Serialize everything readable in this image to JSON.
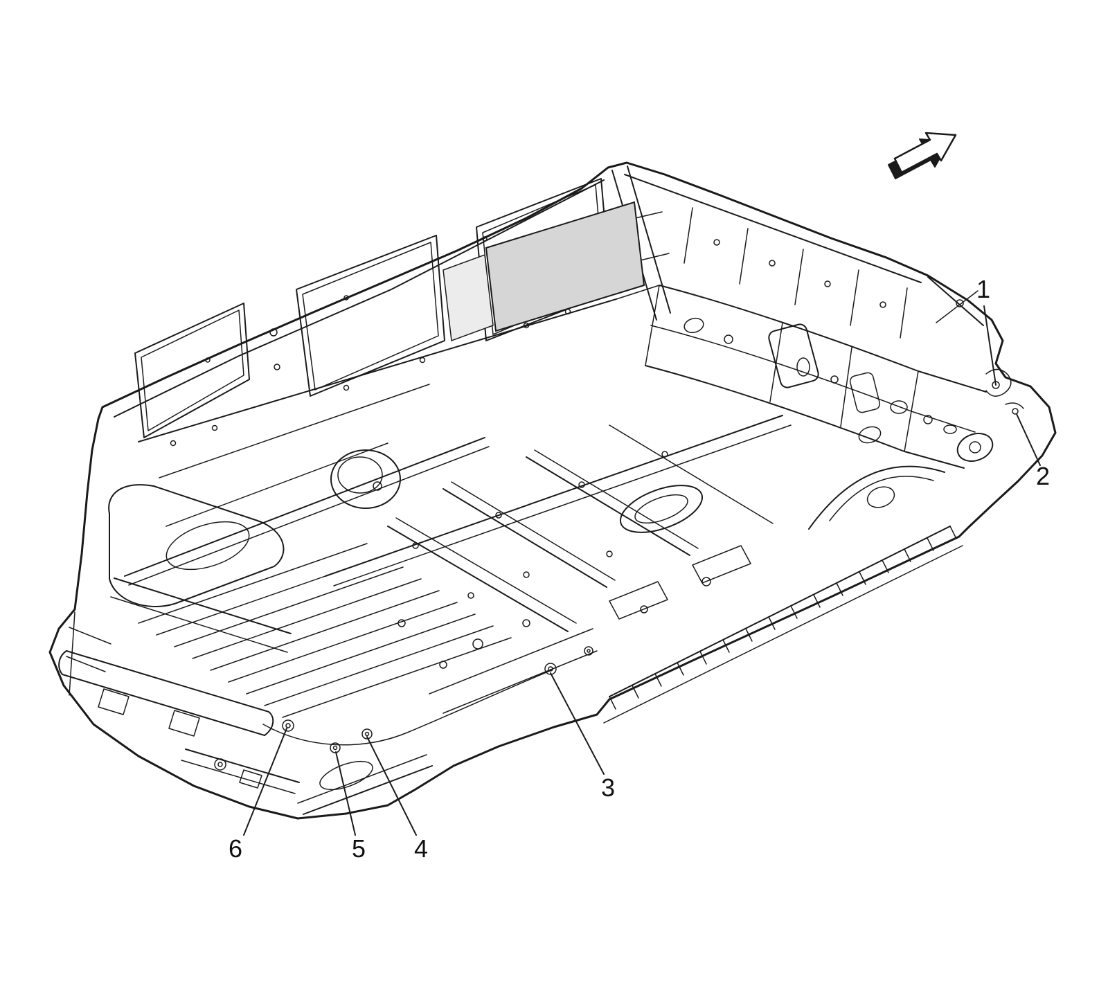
{
  "figure": {
    "background_color": "#ffffff",
    "line_color": "#1a1a1a",
    "description": "Isometric cutaway line illustration of a sport-utility vehicle body shell with numbered component callouts",
    "direction_arrow": {
      "icon": "front-direction-arrow-icon"
    },
    "callouts": [
      {
        "label": "1"
      },
      {
        "label": "2"
      },
      {
        "label": "3"
      },
      {
        "label": "4"
      },
      {
        "label": "5"
      },
      {
        "label": "6"
      }
    ]
  }
}
